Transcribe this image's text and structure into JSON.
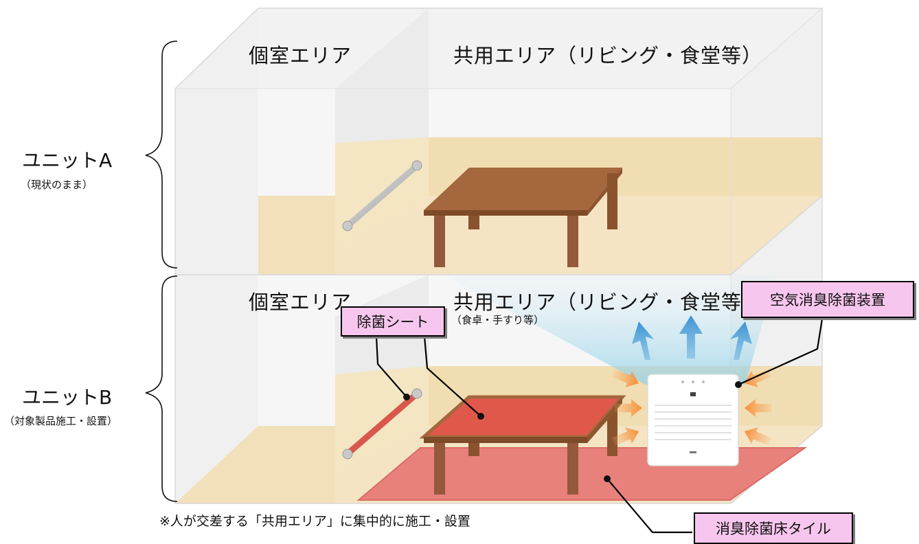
{
  "unit_a": {
    "name": "ユニットA",
    "note": "（現状のまま）",
    "private_area": "個室エリア",
    "shared_area": "共用エリア（リビング・食堂等）"
  },
  "unit_b": {
    "name": "ユニットB",
    "note": "（対象製品施工・設置）",
    "private_area": "個室エリア",
    "shared_area": "共用エリア（リビング・食堂等）"
  },
  "callouts": {
    "sterilization_sheet": "除菌シート",
    "sheet_targets": "（食卓・手すり等）",
    "air_device": "空気消臭除菌装置",
    "floor_tile": "消臭除菌床タイル"
  },
  "footnote": "※人が交差する「共用エリア」に集中的に施工・設置",
  "colors": {
    "wall": "#f1ddb2",
    "floor": "#f4e4c4",
    "table_wood": "#a5673d",
    "treated_red": "#e0584a",
    "callout_fill": "#f7c6ee"
  }
}
